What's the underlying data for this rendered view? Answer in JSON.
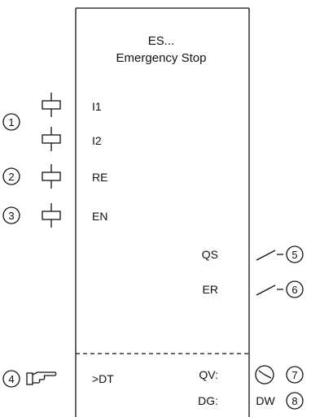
{
  "block": {
    "title_line1": "ES...",
    "title_line2": "Emergency Stop"
  },
  "inputs": [
    {
      "label": "I1",
      "callout": "1"
    },
    {
      "label": "I2",
      "callout": ""
    },
    {
      "label": "RE",
      "callout": "2"
    },
    {
      "label": "EN",
      "callout": "3"
    }
  ],
  "outputs": [
    {
      "label": "QS",
      "callout": "5"
    },
    {
      "label": "ER",
      "callout": "6"
    }
  ],
  "parameters": [
    {
      "label": ">DT",
      "callout": "4",
      "icon": "hand-pointer-icon"
    },
    {
      "label": "QV:",
      "callout": "7",
      "icon": "clock-icon"
    },
    {
      "label": "DG:",
      "value": "DW",
      "callout": "8"
    }
  ],
  "colors": {
    "line": "#111111",
    "background": "#ffffff"
  }
}
